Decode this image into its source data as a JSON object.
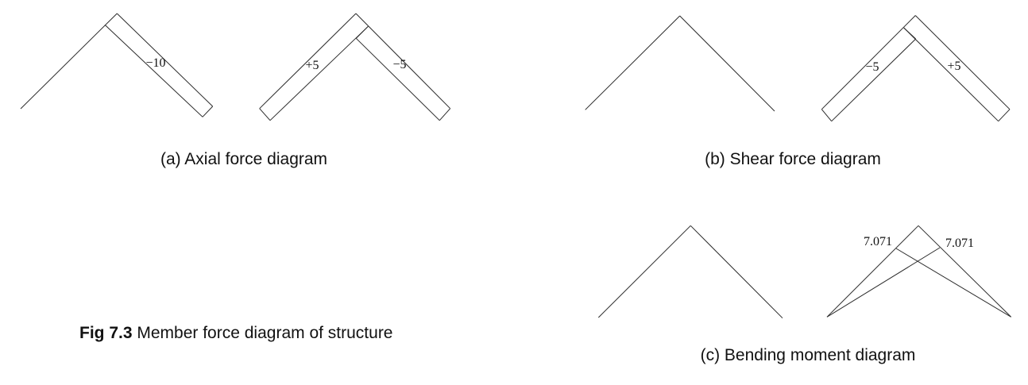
{
  "figure": {
    "caption_bold": "Fig 7.3",
    "caption_rest": "Member force diagram of structure"
  },
  "diagrams": {
    "axial": {
      "caption": "(a) Axial force diagram",
      "left_frame": {
        "right_member_label": "−10"
      },
      "right_frame": {
        "left_member_label": "+5",
        "right_member_label": "−5"
      }
    },
    "shear": {
      "caption": "(b) Shear force diagram",
      "right_frame": {
        "left_member_label": "−5",
        "right_member_label": "+5"
      }
    },
    "moment": {
      "caption": "(c) Bending moment diagram",
      "right_frame": {
        "left_member_label": "7.071",
        "right_member_label": "7.071"
      }
    }
  },
  "colors": {
    "line": "#2b2b2b",
    "text": "#111111",
    "background": "#ffffff"
  }
}
